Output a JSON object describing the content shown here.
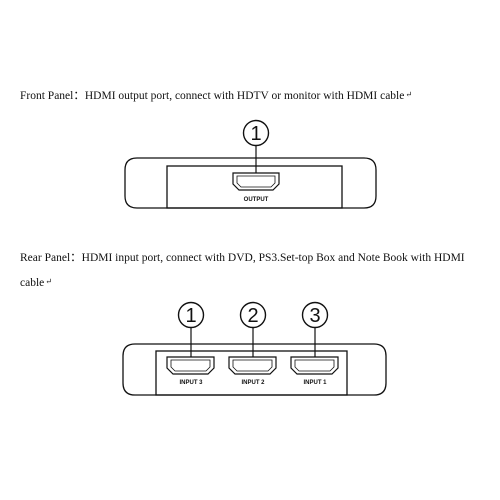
{
  "front": {
    "label": "Front Panel：",
    "description": "HDMI output port, connect with HDTV or monitor with HDMI cable",
    "callout": "1",
    "port_label": "OUTPUT"
  },
  "rear": {
    "label": "Rear Panel：",
    "description_line1": "HDMI input port, connect with DVD, PS3.Set-top Box and Note Book with HDMI",
    "description_line2": "cable",
    "ports": [
      {
        "callout": "1",
        "port_label": "INPUT 3"
      },
      {
        "callout": "2",
        "port_label": "INPUT 2"
      },
      {
        "callout": "3",
        "port_label": "INPUT 1"
      }
    ]
  },
  "paragraph_mark": "↵"
}
